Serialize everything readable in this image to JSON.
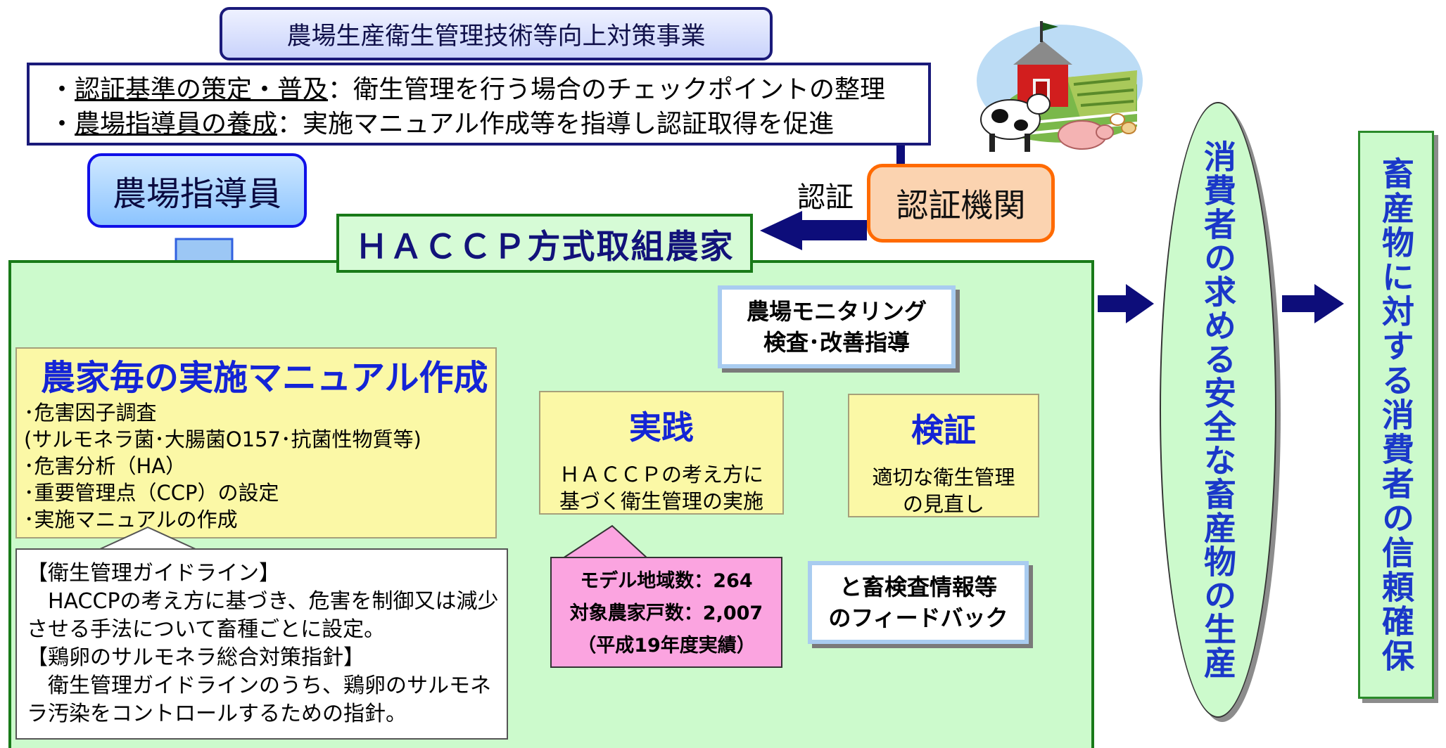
{
  "project_title": "農場生産衛生管理技術等向上対策事業",
  "objectives": [
    {
      "term": "認証基準の策定・普及",
      "desc": "：衛生管理を行う場合のチェックポイントの整理"
    },
    {
      "term": "農場指導員の養成",
      "desc": "：実施マニュアル作成等を指導し認証取得を促進"
    }
  ],
  "bullet": "・",
  "farm_advisor": "農場指導員",
  "certification_label": "認証",
  "certification_body": "認証機関",
  "haccp_title": "ＨＡＣＣＰ方式取組農家",
  "manual": {
    "title": "農家毎の実施マニュアル作成",
    "items": [
      "･危害因子調査",
      "(サルモネラ菌･大腸菌O157･抗菌性物質等)",
      "･危害分析（HA）",
      "･重要管理点（CCP）の設定",
      "･実施マニュアルの作成"
    ]
  },
  "guideline": {
    "heading1": "【衛生管理ガイドライン】",
    "text1": "HACCPの考え方に基づき、危害を制御又は減少させる手法について畜種ごとに設定。",
    "heading2": "【鶏卵のサルモネラ総合対策指針】",
    "text2": "衛生管理ガイドラインのうち、鶏卵のサルモネラ汚染をコントロールするための指針。"
  },
  "practice": {
    "title": "実践",
    "text": "ＨＡＣＣＰの考え方に基づく衛生管理の実施"
  },
  "verification": {
    "title": "検証",
    "text": "適切な衛生管理の見直し"
  },
  "monitoring": {
    "line1": "農場モニタリング",
    "line2": "検査･改善指導"
  },
  "feedback": {
    "line1": "と畜検査情報等",
    "line2": "のフィードバック"
  },
  "stats": {
    "line1": "モデル地域数：264",
    "line2": "対象農家戸数：2,007",
    "line3": "（平成19年度実績）"
  },
  "consumer_production": "消費者の求める安全な畜産物の生産",
  "consumer_trust": "畜産物に対する消費者の信頼確保",
  "colors": {
    "navy_arrow": "#0d0d7a",
    "haccp_green_bg": "#ccfacc",
    "yellow_box": "#fbf8a6",
    "pink_box": "#fba4e0",
    "title_blue": "#1424d6",
    "cert_orange": "#ff6a00"
  },
  "icons": {
    "farm_illustration": "farm-barn-cow-pig-illustration"
  }
}
